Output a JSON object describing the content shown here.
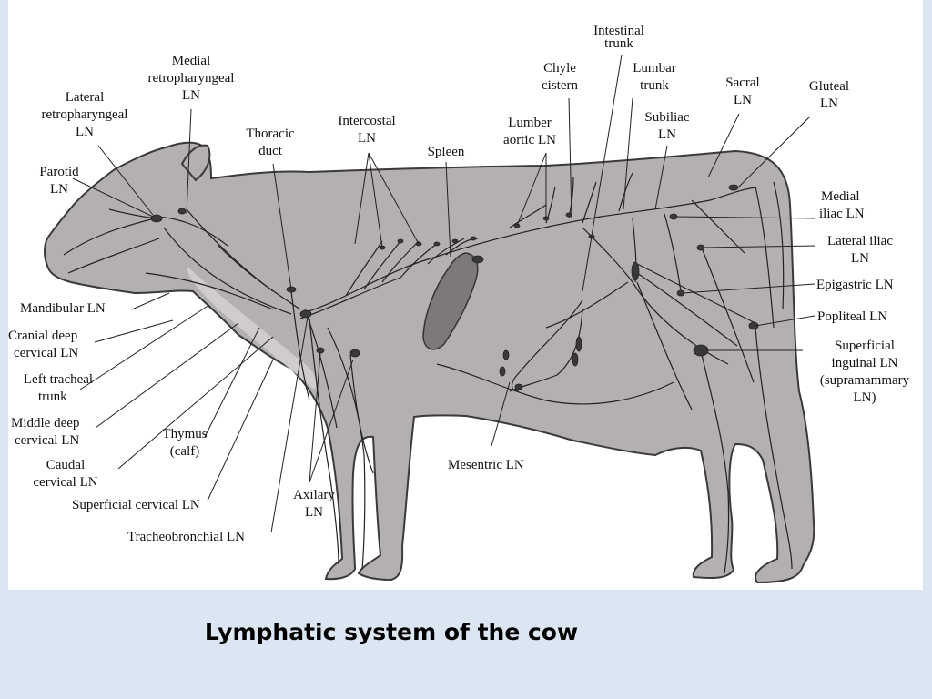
{
  "caption": "Lymphatic system of the cow",
  "colors": {
    "background": "#dce6f2",
    "panel": "#ffffff",
    "body": "#b4afb0",
    "lines": "#222222",
    "spleen": "#7d787a"
  },
  "labels": {
    "intestinal_trunk": [
      "Intestinal",
      "trunk"
    ],
    "medial_retropharyngeal": [
      "Medial",
      "retropharyngeal",
      "LN"
    ],
    "lateral_retropharyngeal": [
      "Lateral",
      "retropharyngeal",
      "LN"
    ],
    "chyle_cistern": [
      "Chyle",
      "cistern"
    ],
    "lumbar_trunk": [
      "Lumbar",
      "trunk"
    ],
    "sacral": [
      "Sacral",
      "LN"
    ],
    "gluteal": [
      "Gluteal",
      "LN"
    ],
    "thoracic_duct": [
      "Thoracic",
      "duct"
    ],
    "intercostal": [
      "Intercostal",
      "LN"
    ],
    "lumber_aortic": [
      "Lumber",
      "aortic LN"
    ],
    "subiliac": [
      "Subiliac",
      "LN"
    ],
    "spleen": [
      "Spleen"
    ],
    "parotid": [
      "Parotid",
      "LN"
    ],
    "medial_iliac": [
      "Medial",
      "iliac LN"
    ],
    "lateral_iliac": [
      "Lateral iliac",
      "LN"
    ],
    "epigastric": [
      "Epigastric LN"
    ],
    "mandibular": [
      "Mandibular LN"
    ],
    "popliteal": [
      "Popliteal LN"
    ],
    "cranial_deep_cervical": [
      "Cranial deep",
      "cervical LN"
    ],
    "superficial_inguinal": [
      "Superficial",
      "inguinal LN",
      "(supramammary",
      "LN)"
    ],
    "left_tracheal_trunk": [
      "Left tracheal",
      "trunk"
    ],
    "middle_deep_cervical": [
      "Middle deep",
      "cervical LN"
    ],
    "thymus": [
      "Thymus",
      "(calf)"
    ],
    "caudal_cervical": [
      "Caudal",
      "cervical LN"
    ],
    "mesentric": [
      "Mesentric LN"
    ],
    "axilary": [
      "Axilary",
      "LN"
    ],
    "superficial_cervical": [
      "Superficial cervical LN"
    ],
    "tracheobronchial": [
      "Tracheobronchial LN"
    ]
  }
}
